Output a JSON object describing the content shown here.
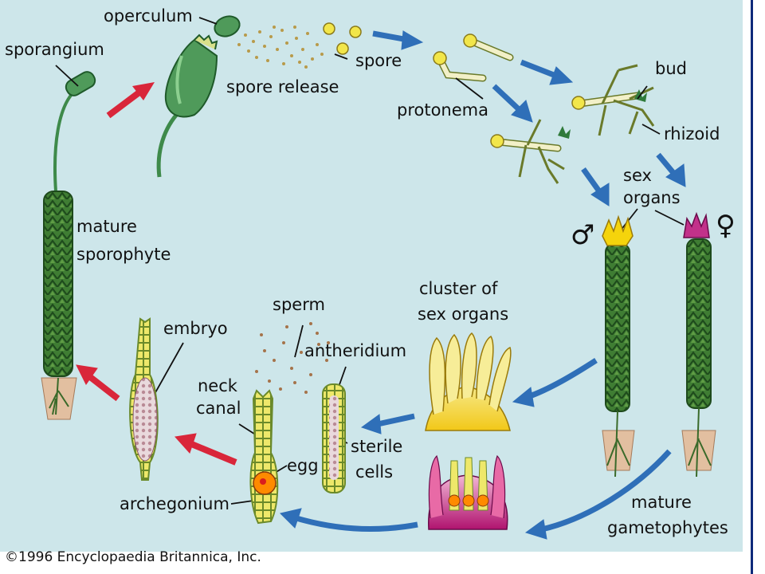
{
  "labels": {
    "operculum": "operculum",
    "sporangium": "sporangium",
    "spore": "spore",
    "spore_release": "spore release",
    "protonema": "protonema",
    "bud": "bud",
    "rhizoid": "rhizoid",
    "sex_organs_1": "sex",
    "sex_organs_2": "organs",
    "mature_sporophyte_1": "mature",
    "mature_sporophyte_2": "sporophyte",
    "embryo": "embryo",
    "sperm": "sperm",
    "cluster_1": "cluster of",
    "cluster_2": "sex organs",
    "antheridium": "antheridium",
    "neck": "neck",
    "canal": "canal",
    "egg": "egg",
    "sterile": "sterile",
    "cells": "cells",
    "archegonium": "archegonium",
    "mature_gametophytes_1": "mature",
    "mature_gametophytes_2": "gametophytes"
  },
  "symbols": {
    "male": "♂",
    "female": "♀"
  },
  "copyright": "©1996 Encyclopaedia Britannica, Inc.",
  "colors": {
    "background": "#cde6ea",
    "arrow_blue": "#2f6fb8",
    "arrow_red": "#d9263a",
    "moss_green": "#2f6b2a",
    "capsule_green": "#4f9a5a",
    "cell_yellow": "#e8e25a",
    "egg_orange": "#ff8a00",
    "organ_magenta": "#c2318a",
    "soil": "#e2bfa0"
  }
}
